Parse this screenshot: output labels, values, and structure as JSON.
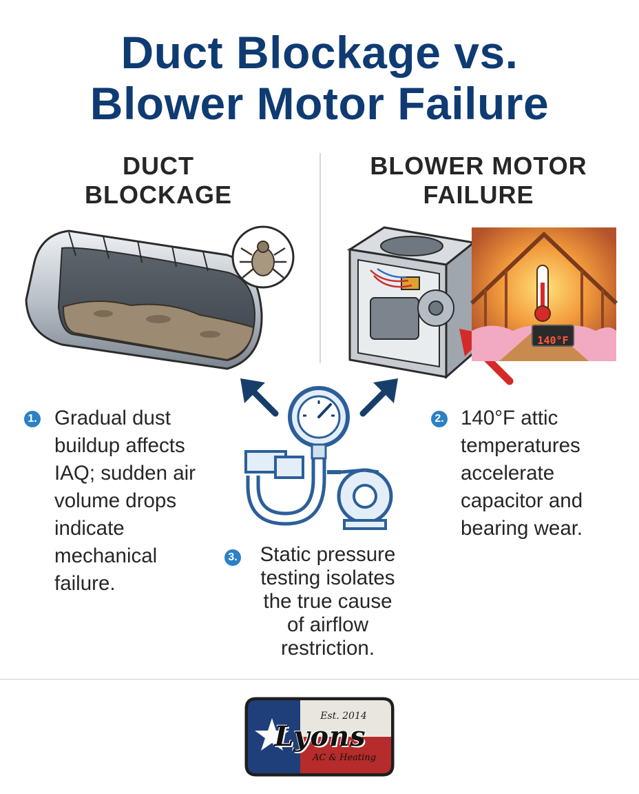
{
  "header": {
    "title_line1": "Duct Blockage vs.",
    "title_line2": "Blower Motor Failure"
  },
  "columns": {
    "left_heading_line1": "DUCT",
    "left_heading_line2": "BLOCKAGE",
    "right_heading_line1": "BLOWER MOTOR",
    "right_heading_line2": "FAILURE"
  },
  "points": [
    {
      "number": "1.",
      "lines": [
        "Gradual dust",
        "buildup affects",
        "IAQ; sudden air",
        "volume drops",
        "indicate",
        "mechanical",
        "failure."
      ]
    },
    {
      "number": "2.",
      "lines": [
        "140°F attic",
        "temperatures",
        "accelerate",
        "capacitor and",
        "bearing wear."
      ]
    },
    {
      "number": "3.",
      "lines": [
        "Static pressure",
        "testing isolates",
        "the true cause",
        "of airflow",
        "restriction."
      ]
    }
  ],
  "attic_display": "140°F",
  "logo": {
    "established": "Est. 2014",
    "name": "Lyons",
    "tagline": "AC & Heating"
  },
  "icons": {
    "duct": "duct-cutaway-icon",
    "mite": "dust-mite-icon",
    "blower": "blower-unit-icon",
    "attic": "hot-attic-icon",
    "gauge": "pressure-gauge-icon"
  },
  "colors": {
    "title": "#0f3b73",
    "accent_blue": "#2c80c5",
    "arrow_red": "#d42a2a",
    "text": "#262626"
  }
}
